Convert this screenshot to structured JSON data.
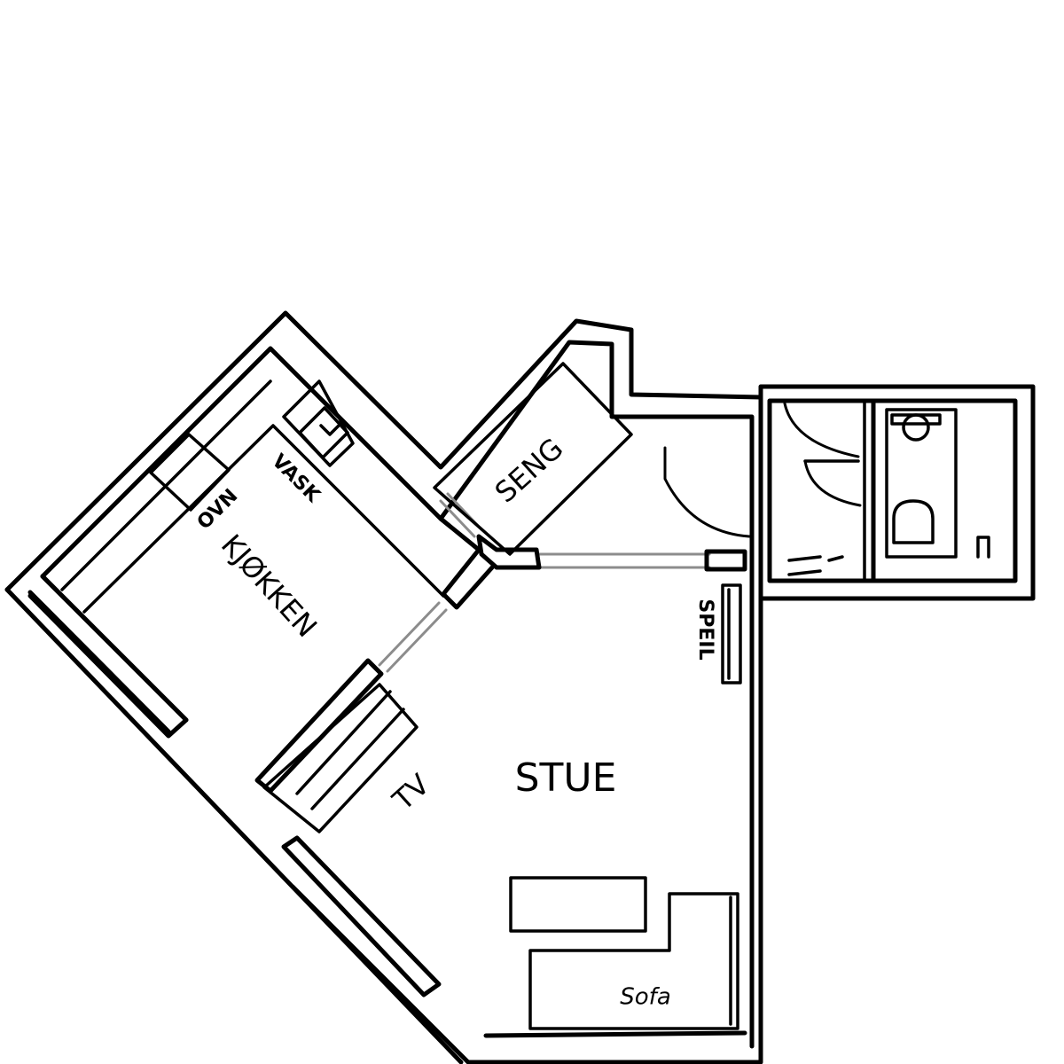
{
  "rooms": {
    "kitchen": "KJØKKEN",
    "bed": "SENG",
    "living": "STUE"
  },
  "fixtures": {
    "sink": "VASK",
    "oven": "OVN",
    "tv": "TV",
    "mirror": "SPEIL",
    "sofa": "Sofa"
  },
  "colors": {
    "wall": "#000000",
    "window": "#8c8c8c",
    "background": "#ffffff"
  }
}
